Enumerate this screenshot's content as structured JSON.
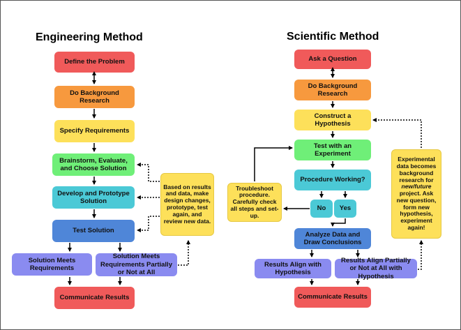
{
  "engineering": {
    "title": "Engineering Method",
    "define": "Define the Problem",
    "background": "Do Background Research",
    "specify": "Specify Requirements",
    "brainstorm": "Brainstorm, Evaluate, and Choose Solution",
    "develop": "Develop and Prototype Solution",
    "test": "Test Solution",
    "meets": "Solution Meets Requirements",
    "partial": "Solution Meets Requirements Partially or Not at All",
    "communicate": "Communicate Results",
    "note": "Based on results and data, make design changes, prototype, test again, and review new data."
  },
  "scientific": {
    "title": "Scientific Method",
    "ask": "Ask a Question",
    "background": "Do Background Research",
    "hypothesis": "Construct a Hypothesis",
    "experiment": "Test with an Experiment",
    "working": "Procedure Working?",
    "no": "No",
    "yes": "Yes",
    "analyze": "Analyze Data and Draw Conclusions",
    "align": "Results Align with Hypothesis",
    "partial": "Results Align Partially or Not at All with Hypothesis",
    "communicate": "Communicate Results",
    "troubleshoot": "Troubleshoot procedure. Carefully check all steps and set-up.",
    "note_pre": "Experimental data becomes background research for",
    "note_em": "new/future",
    "note_post": "project. Ask new question, form new hypothesis, experiment again!"
  },
  "colors": {
    "red": "#f05a5a",
    "orange": "#f7993e",
    "yellow": "#fde05a",
    "green": "#6fef78",
    "cyan": "#4bc9d6",
    "blue": "#4f86d8",
    "purple": "#8a8bf0"
  }
}
